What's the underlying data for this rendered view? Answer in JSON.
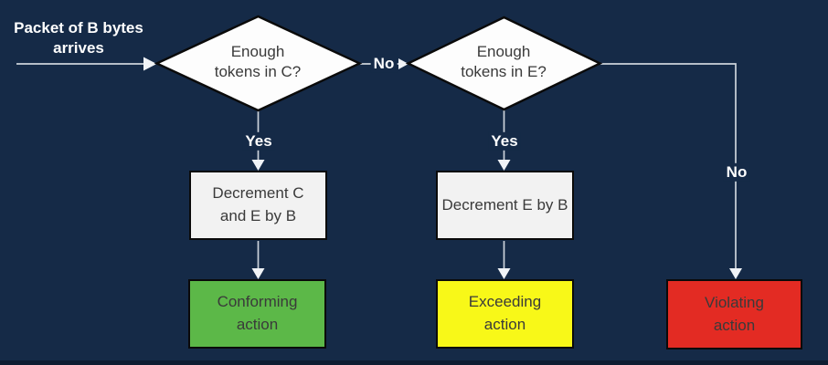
{
  "colors": {
    "background": "#152a47",
    "edge_bottom": "#0e1c31",
    "connector": "#ccd3db",
    "arrowhead": "#f0f3f7",
    "node_border": "#0a0a0a",
    "process_fill": "#f2f2f2",
    "decision_fill": "#fdfdfd",
    "conforming_fill": "#5cb848",
    "exceeding_fill": "#f8f818",
    "violating_fill": "#e32b23",
    "node_text": "#3a3a3a",
    "edge_label_text": "#ffffff"
  },
  "nodes": {
    "start": {
      "type": "start",
      "label": "Packet of B bytes\narrives"
    },
    "decision_c": {
      "type": "decision",
      "label": "Enough\ntokens in C?"
    },
    "decision_e": {
      "type": "decision",
      "label": "Enough\ntokens in E?"
    },
    "decrement_c_e": {
      "type": "process",
      "label": "Decrement C\nand E by B"
    },
    "decrement_e": {
      "type": "process",
      "label": "Decrement E by B"
    },
    "conforming_action": {
      "type": "action",
      "label": "Conforming\naction"
    },
    "exceeding_action": {
      "type": "action",
      "label": "Exceeding\naction"
    },
    "violating_action": {
      "type": "action",
      "label": "Violating\naction"
    }
  },
  "edge_labels": {
    "c_yes": "Yes",
    "c_no": "No",
    "e_yes": "Yes",
    "e_no": "No"
  }
}
